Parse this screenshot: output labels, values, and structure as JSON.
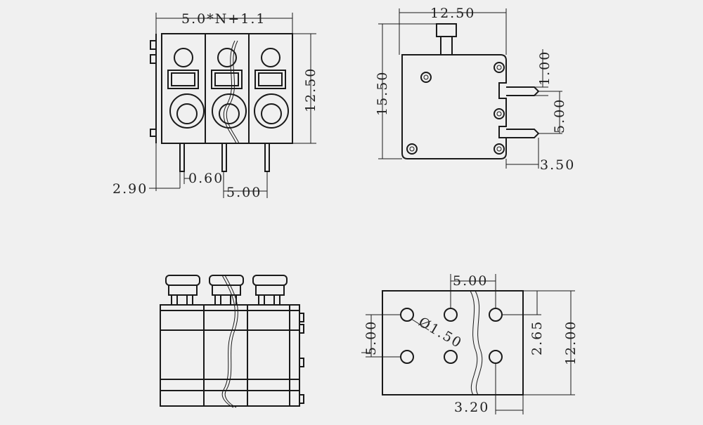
{
  "top_view": {
    "width_label": "5.0*N+1.1",
    "height_label": "12.50",
    "pin_offset_label": "2.90",
    "pin_width_label": "0.60",
    "pitch_label": "5.00"
  },
  "side_view": {
    "width_label": "12.50",
    "height_label": "15.50",
    "pin_thickness_label": "1.00",
    "pin_spacing_label": "5.00",
    "pin_length_label": "3.50"
  },
  "front_view": {},
  "pcb_layout": {
    "pitch_label": "5.00",
    "hole_diameter_label": "Ø1.50",
    "row_spacing_label": "5.00",
    "edge_offset_label": "2.65",
    "height_label": "12.00",
    "bottom_offset_label": "3.20"
  }
}
